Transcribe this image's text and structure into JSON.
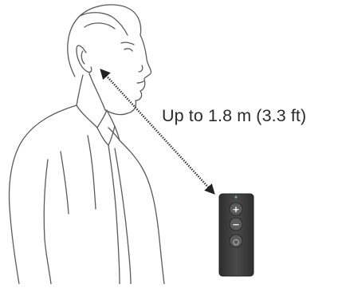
{
  "diagram": {
    "distance_label": "Up to 1.8 m (3.3 ft)",
    "remote": {
      "buttons": [
        {
          "name": "volume-up",
          "glyph": "+"
        },
        {
          "name": "volume-down",
          "glyph": "−"
        },
        {
          "name": "power",
          "glyph": "○"
        }
      ]
    },
    "colors": {
      "line": "#555555",
      "remote_body": "#3a3a3a",
      "button": "#5c5c5c",
      "arrow": "#222222"
    }
  }
}
